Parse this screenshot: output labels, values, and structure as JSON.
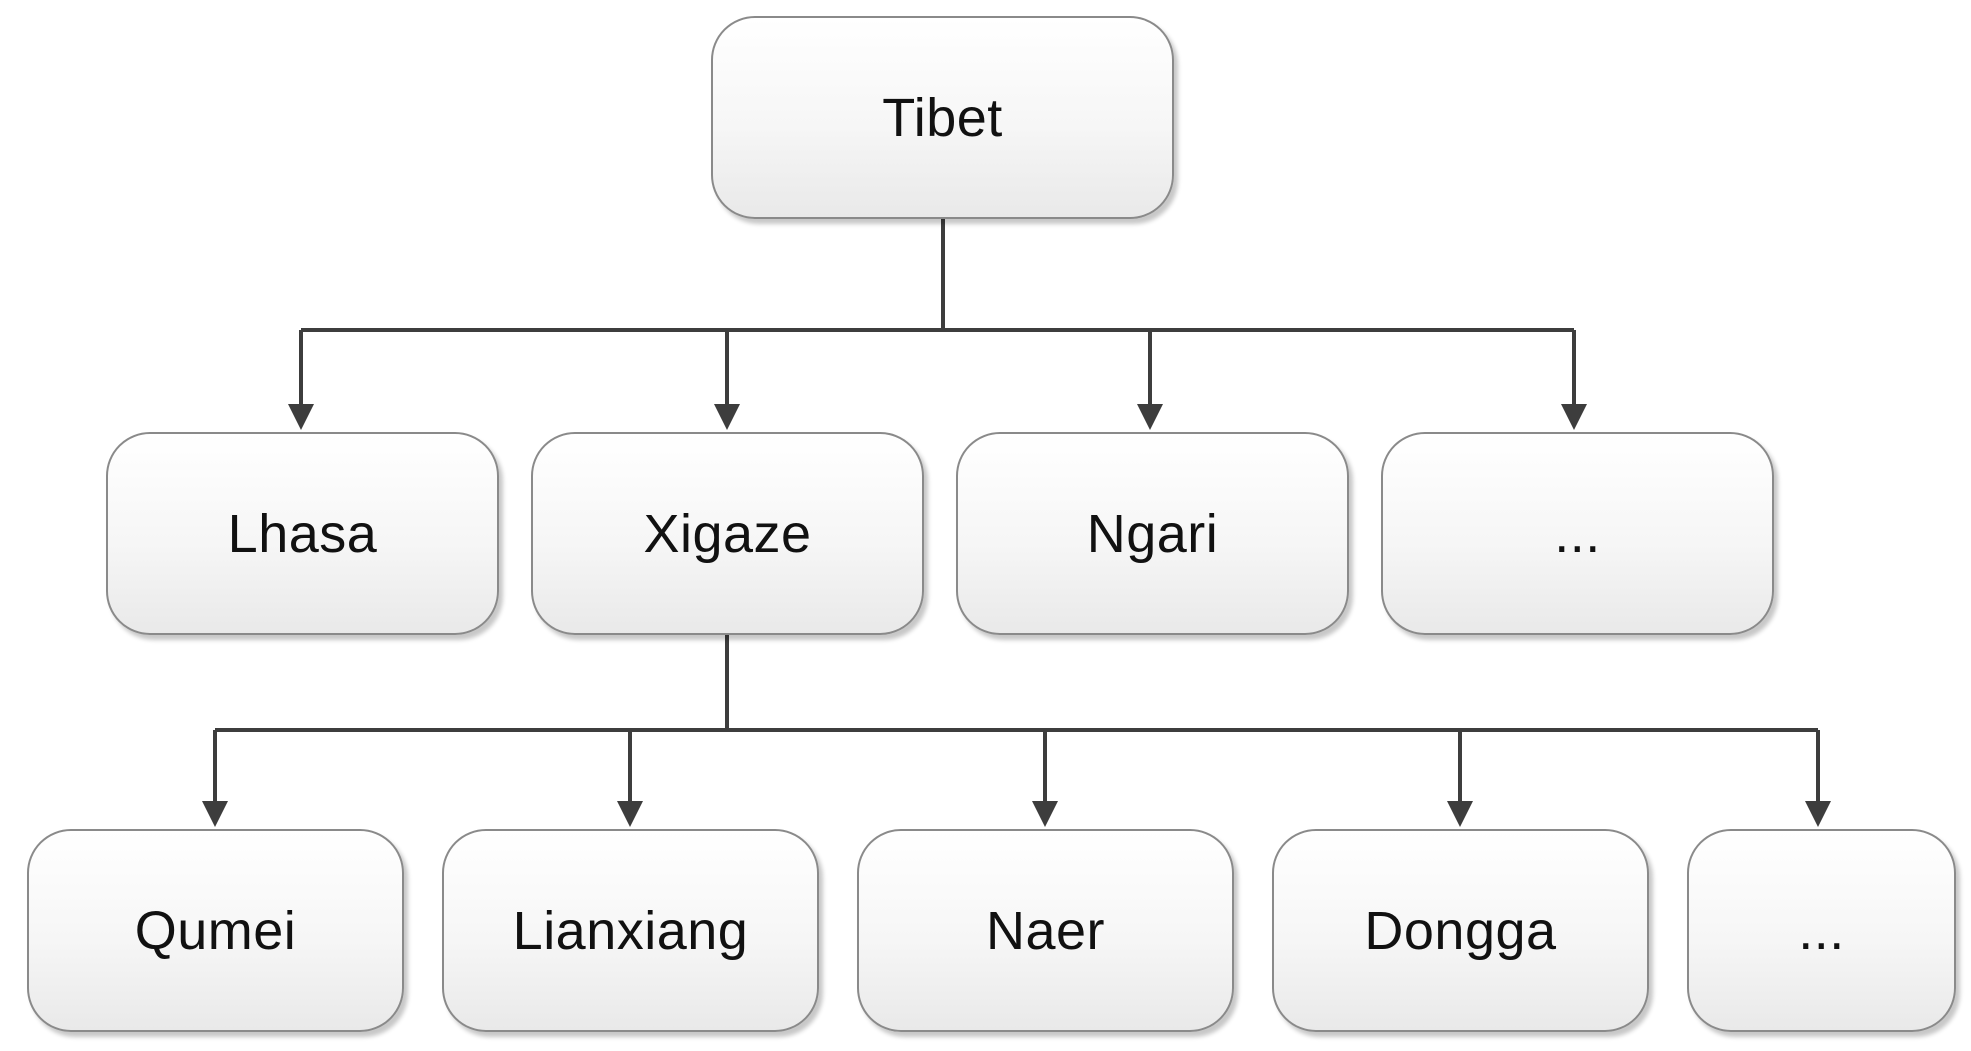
{
  "tree": {
    "root": {
      "label": "Tibet"
    },
    "level1": [
      {
        "label": "Lhasa"
      },
      {
        "label": "Xigaze"
      },
      {
        "label": "Ngari"
      },
      {
        "label": "..."
      }
    ],
    "level2": [
      {
        "label": "Qumei"
      },
      {
        "label": "Lianxiang"
      },
      {
        "label": "Naer"
      },
      {
        "label": "Dongga"
      },
      {
        "label": "..."
      }
    ]
  },
  "colors": {
    "connector": "#3d3d3d",
    "node_border": "#8a8a8a",
    "text": "#111111"
  }
}
